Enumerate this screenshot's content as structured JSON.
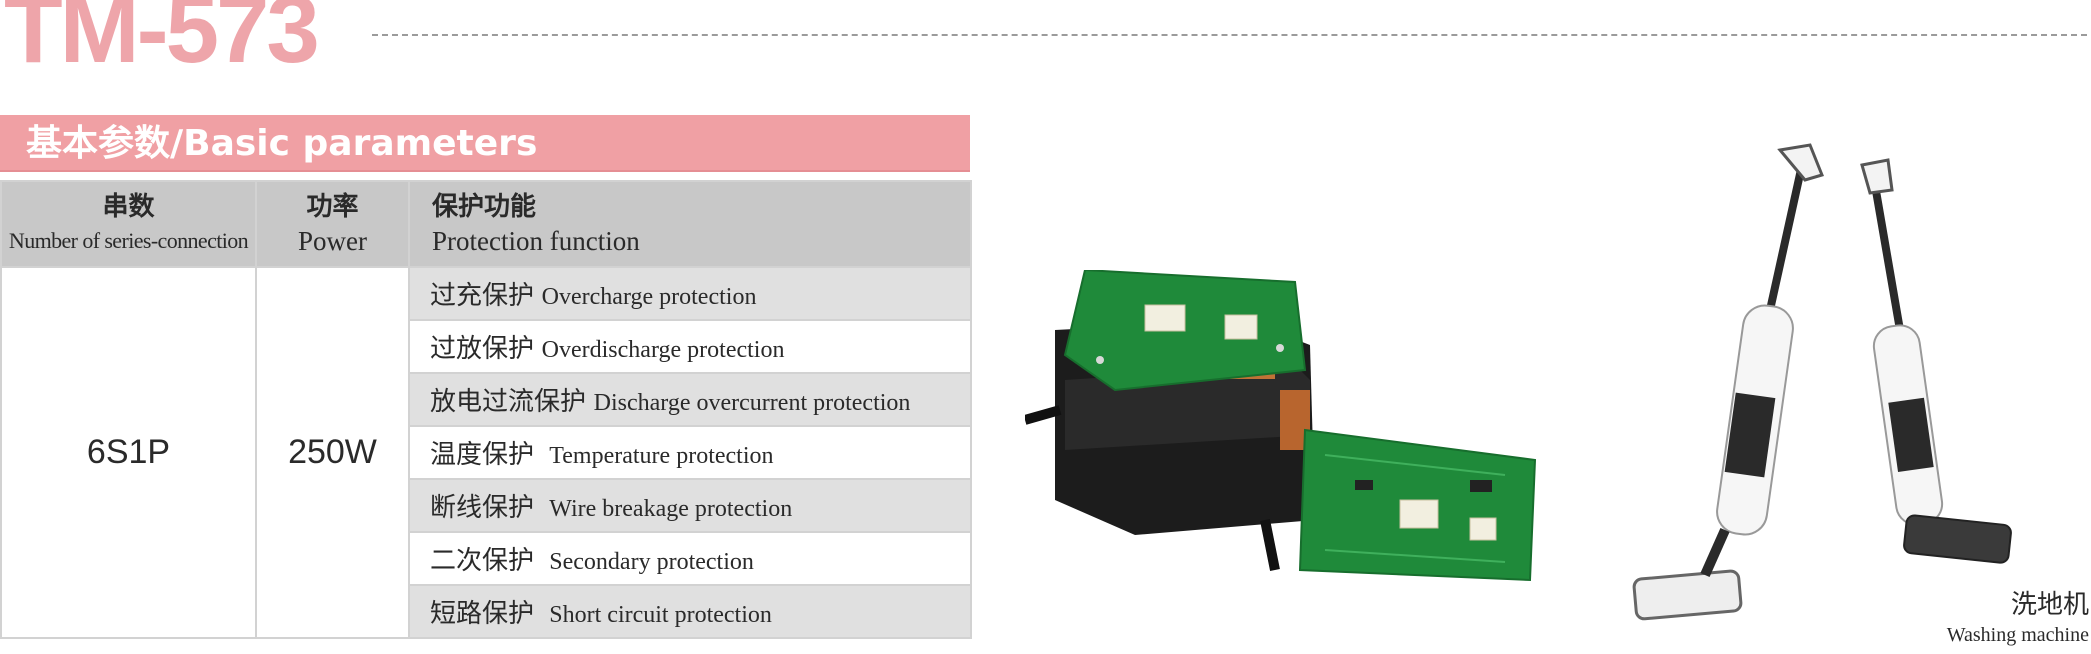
{
  "model": "TM-573",
  "section_title": "基本参数/Basic parameters",
  "table": {
    "headers": {
      "series": {
        "cn": "串数",
        "en": "Number of series-connection"
      },
      "power": {
        "cn": "功率",
        "en": "Power"
      },
      "protection": {
        "cn": "保护功能",
        "en": "Protection function"
      }
    },
    "series_value": "6S1P",
    "power_value": "250W",
    "protections": [
      {
        "cn": "过充保护",
        "en": "Overcharge protection"
      },
      {
        "cn": "过放保护",
        "en": "Overdischarge protection"
      },
      {
        "cn": "放电过流保护",
        "en": "Discharge overcurrent protection"
      },
      {
        "cn": "温度保护",
        "en": "Temperature protection"
      },
      {
        "cn": "断线保护",
        "en": "Wire breakage protection"
      },
      {
        "cn": "二次保护",
        "en": "Secondary protection"
      },
      {
        "cn": "短路保护",
        "en": "Short circuit protection"
      }
    ]
  },
  "application": {
    "cn": "洗地机",
    "en": "Washing machine"
  },
  "colors": {
    "brand_pink": "#eea5aa",
    "header_pink": "#f0a0a4",
    "table_header_gray": "#c8c8c8",
    "row_shade_gray": "#e0e0e0",
    "pcb_green": "#1f8a3a"
  }
}
